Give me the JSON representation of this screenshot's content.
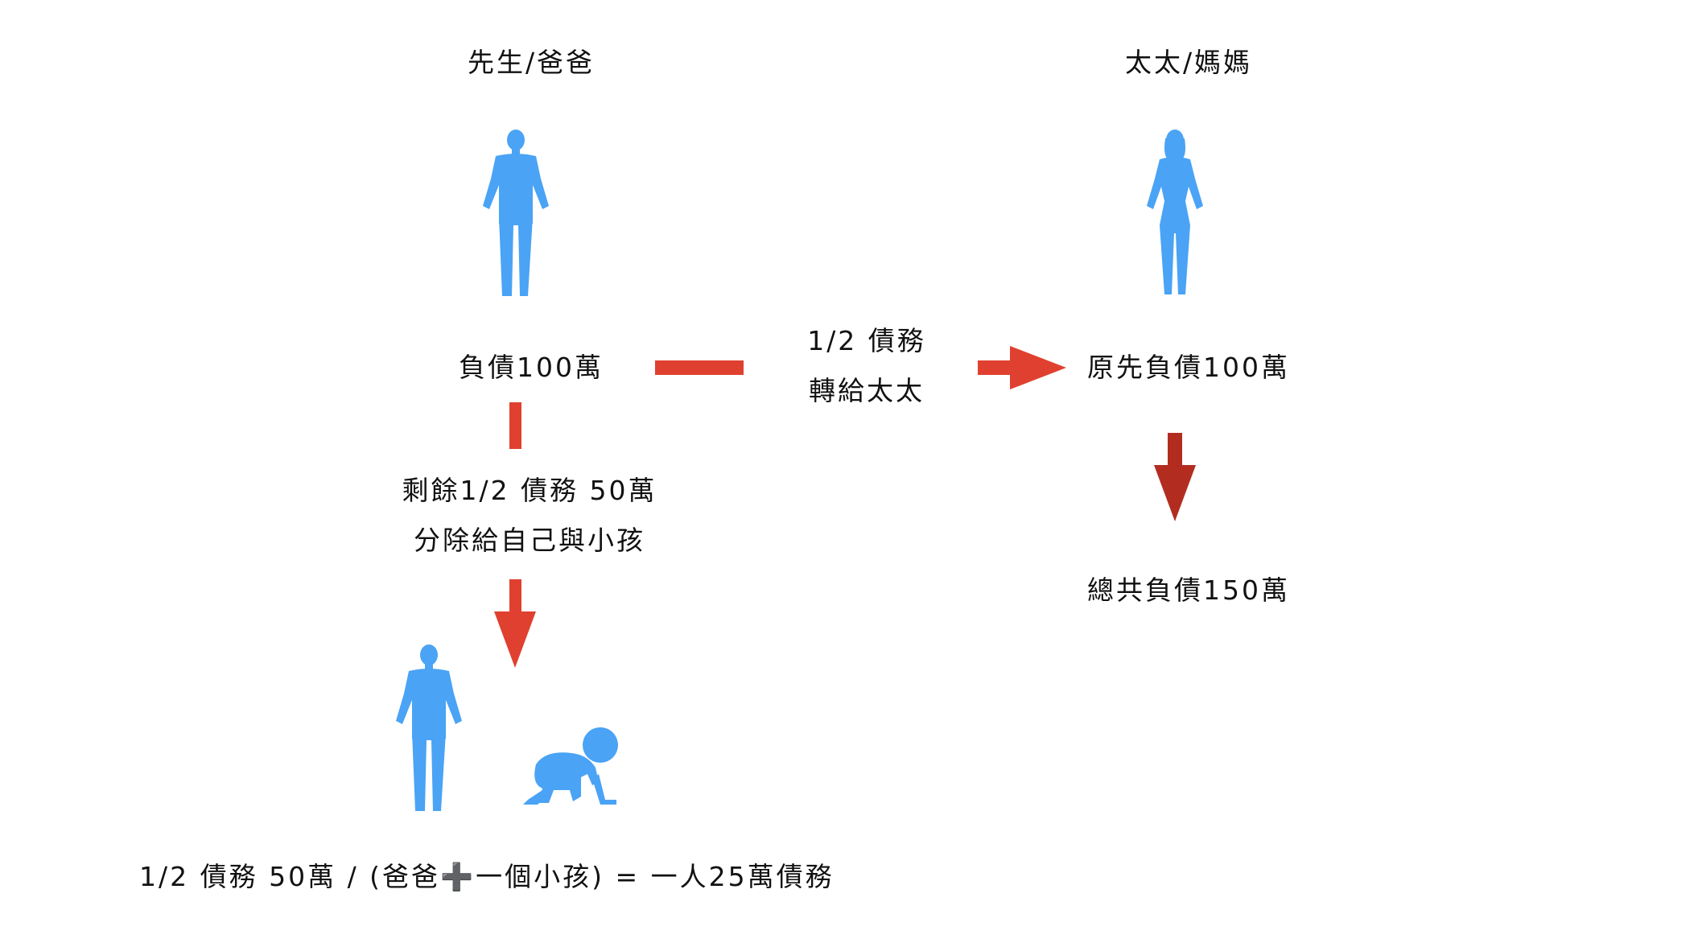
{
  "colors": {
    "figure": "#4aa3f5",
    "arrow_red": "#e0402f",
    "arrow_dark_red": "#b22d20",
    "text": "#111111"
  },
  "husband": {
    "title": "先生/爸爸",
    "debt": "負債100萬"
  },
  "wife": {
    "title": "太太/媽媽",
    "original_debt": "原先負債100萬",
    "total_debt": "總共負債150萬"
  },
  "transfer": {
    "line1": "1/2 債務",
    "line2": "轉給太太"
  },
  "remaining": {
    "line1": "剩餘1/2 債務 50萬",
    "line2": "分除給自己與小孩"
  },
  "formula": {
    "part1": "1/2 債務 50萬 / (爸爸",
    "plus": "➕",
    "part2": "一個小孩) = 一人25萬債務"
  },
  "icons": {
    "man": "man-silhouette-icon",
    "woman": "woman-silhouette-icon",
    "baby": "crawling-baby-icon"
  }
}
